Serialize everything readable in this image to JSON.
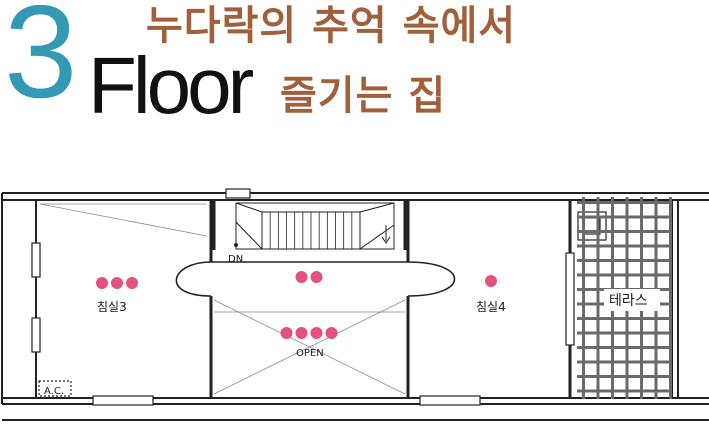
{
  "colors": {
    "number": "#3399b4",
    "floor_word": "#111111",
    "title": "#a0603a",
    "wall": "#222222",
    "dot": "#e4517b",
    "grid": "#6a6a6a"
  },
  "header": {
    "number": "3",
    "floor_word": "Floor",
    "title_line_1": "누다락의 추억 속에서",
    "title_line_2": "즐기는 집"
  },
  "rooms": {
    "bedroom_3": {
      "label": "침실3",
      "dots": 3
    },
    "bedroom_4": {
      "label": "침실4",
      "dots": 1
    },
    "hall": {
      "dots": 2
    },
    "open_area": {
      "label": "OPEN",
      "dots": 4
    },
    "stair": {
      "label": "DN"
    },
    "terrace": {
      "label": "테라스"
    },
    "ac": {
      "label": "A.C."
    }
  }
}
